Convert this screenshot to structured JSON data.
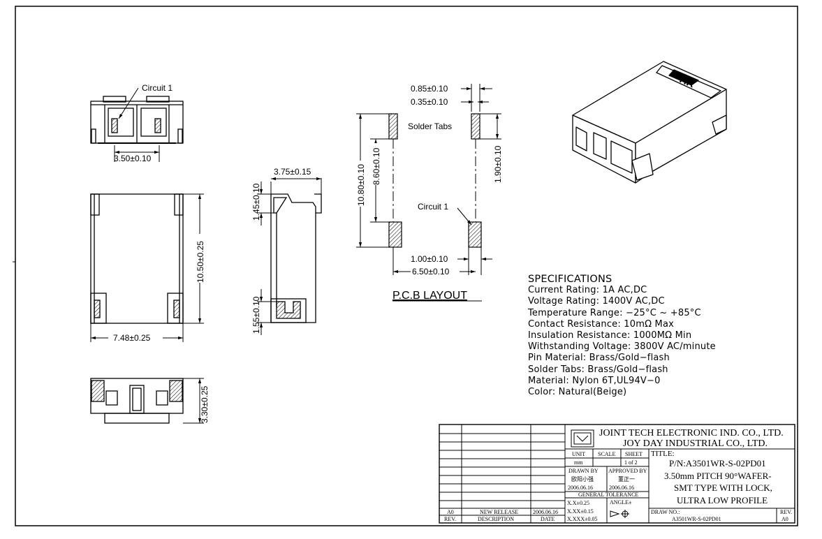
{
  "views": {
    "front_top": {
      "circuit_label": "Circuit 1",
      "width_dim": "3.50±0.10"
    },
    "front_mid": {
      "height_dim": "10.50±0.25",
      "width_dim": "7.48±0.25"
    },
    "front_bottom": {
      "height_dim": "3.30±0.25"
    },
    "side": {
      "width_dim": "3.75±0.15",
      "top_dim": "1.45±0.10",
      "bottom_dim": "1.55±0.10"
    },
    "pcb": {
      "dim_085": "0.85±0.10",
      "dim_035": "0.35±0.10",
      "solder_tabs": "Solder Tabs",
      "dim_1080": "10.80±0.10",
      "dim_860": "8.60±0.10",
      "dim_190": "1.90±0.10",
      "circuit_label": "Circuit 1",
      "dim_100": "1.00±0.10",
      "dim_650": "6.50±0.10",
      "caption": "P.C.B LAYOUT"
    },
    "iso": {
      "logo_text": "HR"
    }
  },
  "specifications": {
    "heading": "SPECIFICATIONS",
    "lines": [
      "Current Rating: 1A AC,DC",
      "Voltage Rating: 1400V AC,DC",
      "Temperature Range: −25°C ~ +85°C",
      "Contact Resistance: 10mΩ Max",
      "Insulation Resistance: 1000MΩ Min",
      "Withstanding Voltage: 3800V AC/minute",
      "Pin Material: Brass/Gold−flash",
      "Solder Tabs: Brass/Gold−flash",
      "Material: Nylon 6T,UL94V−0",
      "Color: Natural(Beige)"
    ]
  },
  "title_block": {
    "company_line1": "JOINT TECH ELECTRONIC IND. CO., LTD.",
    "company_line2": "JOY DAY INDUSTRIAL CO., LTD.",
    "unit_label": "UNIT",
    "unit_value": "mm",
    "scale_label": "SCALE",
    "sheet_label": "SHEET",
    "sheet_value": "1 of 2",
    "drawn_by_label": "DRAWN BY",
    "drawn_by_name": "欧阳小强",
    "drawn_date": "2006.06.16",
    "approved_by_label": "APPROVED BY",
    "approved_by_name": "董正一",
    "approved_date": "2006.06.16",
    "general_tolerance": "GENERAL TOLERANCE",
    "tol_1": "X.X±0.25",
    "tol_2": "X.XX±0.15",
    "tol_3": "X.XXX±0.05",
    "angle_label": "ANGLE±",
    "title_label": "TITLE:",
    "part_number": "P/N:A3501WR-S-02PD01",
    "title_line1": "3.50mm PITCH 90°WAFER-",
    "title_line2": "SMT TYPE WITH LOCK,",
    "title_line3": "ULTRA LOW PROFILE",
    "draw_no_label": "DRAW NO.:",
    "draw_no": "A3501WR-S-02PD01",
    "rev_label": "REV.",
    "rev_value": "A0",
    "revision_rows": [
      {
        "rev": "A0",
        "description": "NEW RELEASE",
        "date": "2006.06.16"
      }
    ],
    "col_rev": "REV.",
    "col_description": "DESCRIPTION",
    "col_date": "DATE"
  }
}
